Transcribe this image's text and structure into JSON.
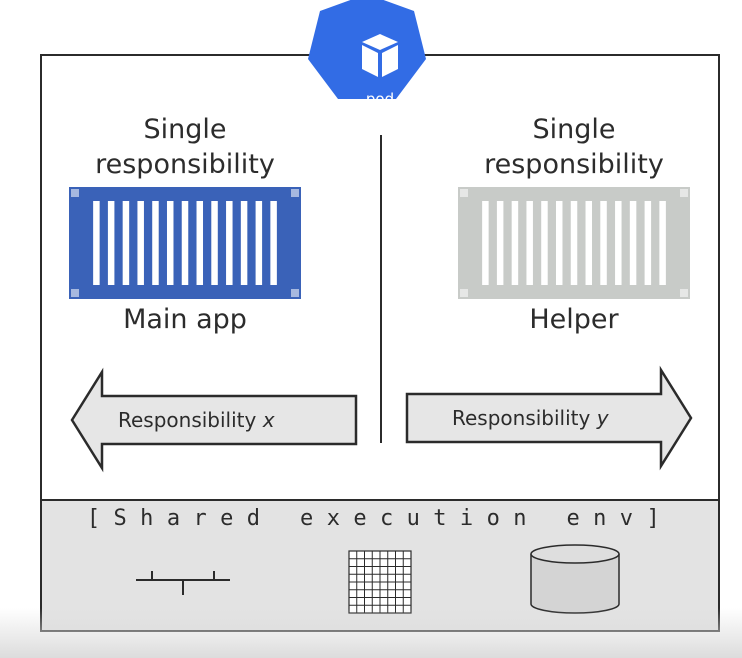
{
  "pod": {
    "label": "pod",
    "icon": "cube-icon",
    "color": "#326ce5"
  },
  "left": {
    "title_line1": "Single",
    "title_line2": "responsibility",
    "container_label": "Main app",
    "container_color": "#3a62b8",
    "arrow_label": "Responsibility",
    "arrow_var": "x"
  },
  "right": {
    "title_line1": "Single",
    "title_line2": "responsibility",
    "container_label": "Helper",
    "container_color": "#c8cbc8",
    "arrow_label": "Responsibility",
    "arrow_var": "y"
  },
  "shared_env": {
    "label": "[Shared execution env]",
    "icons": [
      "network-icon",
      "grid-icon",
      "storage-icon"
    ]
  }
}
